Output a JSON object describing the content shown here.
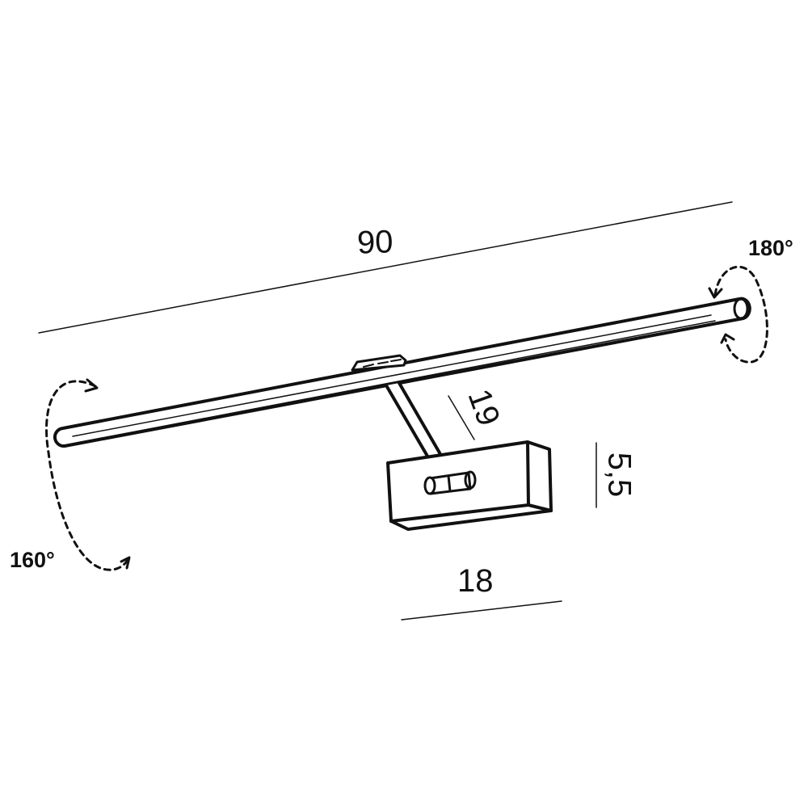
{
  "dimensions": {
    "length": "90",
    "arm_length": "19",
    "base_height": "5,5",
    "base_width": "18"
  },
  "rotations": {
    "left": "160°",
    "right": "180°"
  },
  "colors": {
    "line": "#111111",
    "background": "#ffffff"
  }
}
